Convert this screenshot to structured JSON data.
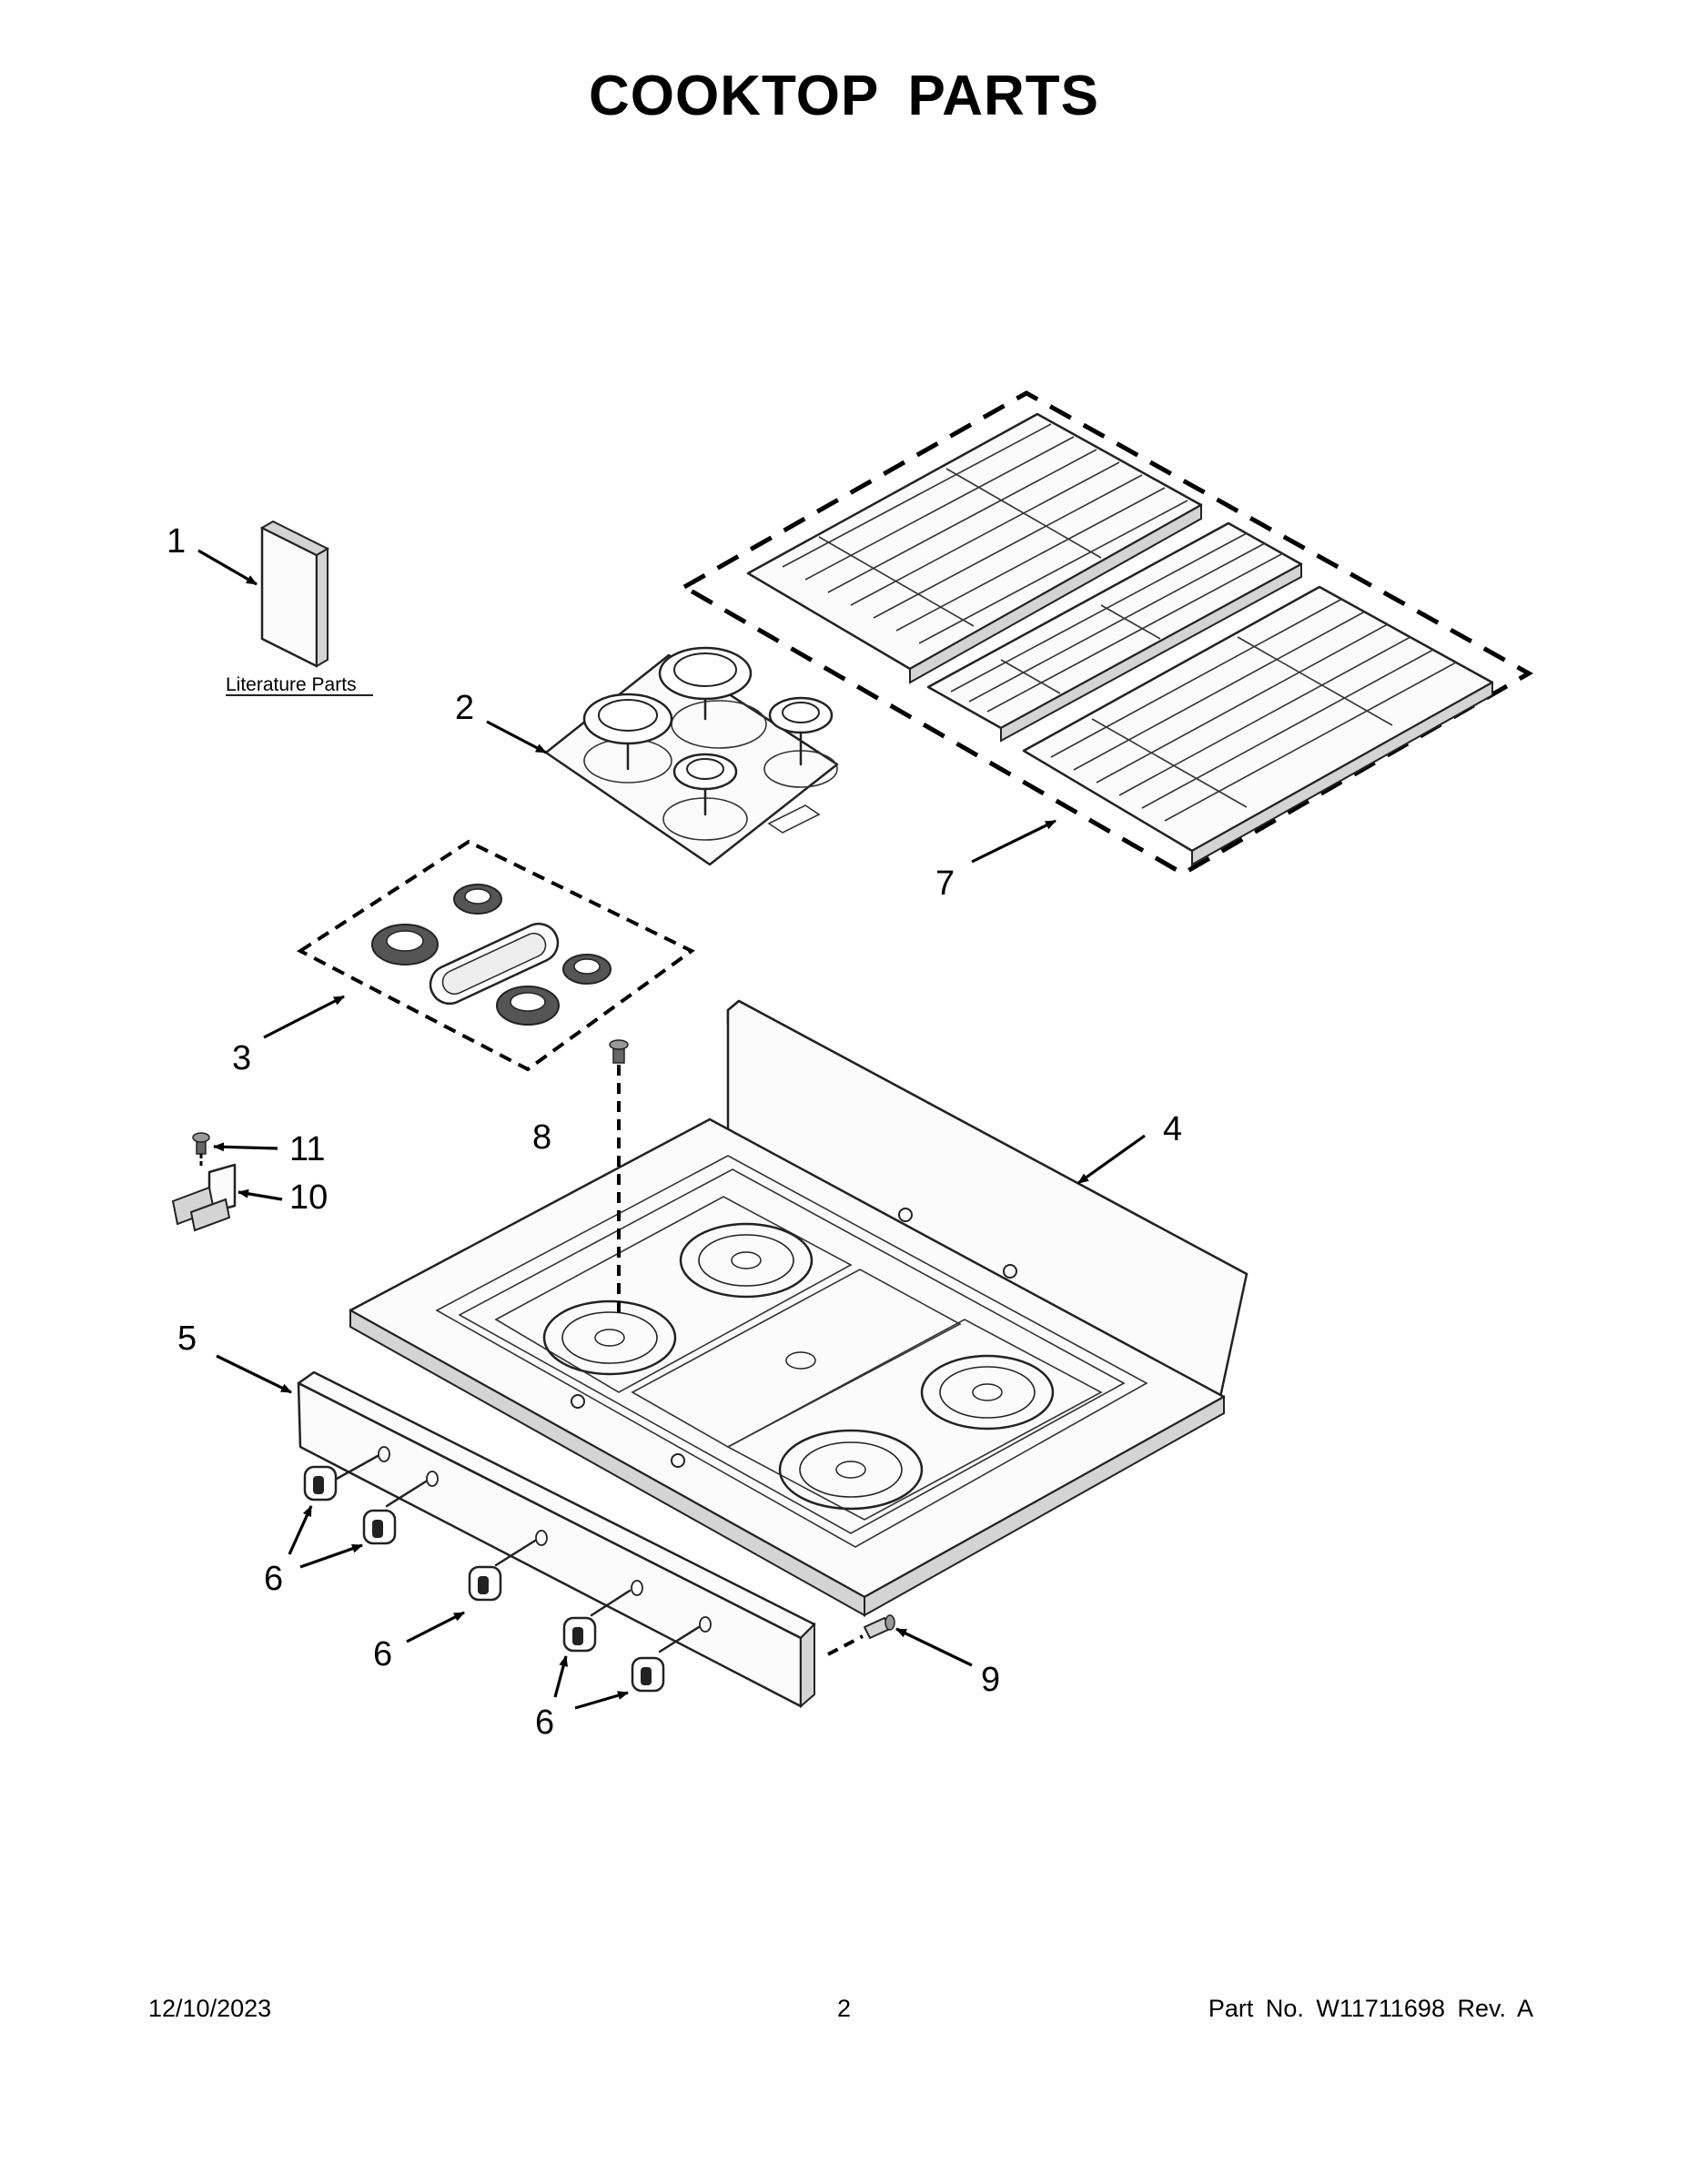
{
  "title": "COOKTOP PARTS",
  "literature_label": "Literature Parts",
  "callouts": {
    "c1": "1",
    "c2": "2",
    "c3": "3",
    "c4": "4",
    "c5": "5",
    "c6a": "6",
    "c6b": "6",
    "c6c": "6",
    "c7": "7",
    "c8": "8",
    "c9": "9",
    "c10": "10",
    "c11": "11"
  },
  "footer": {
    "date": "12/10/2023",
    "page": "2",
    "part_no": "Part No.  W11711698  Rev.  A"
  }
}
